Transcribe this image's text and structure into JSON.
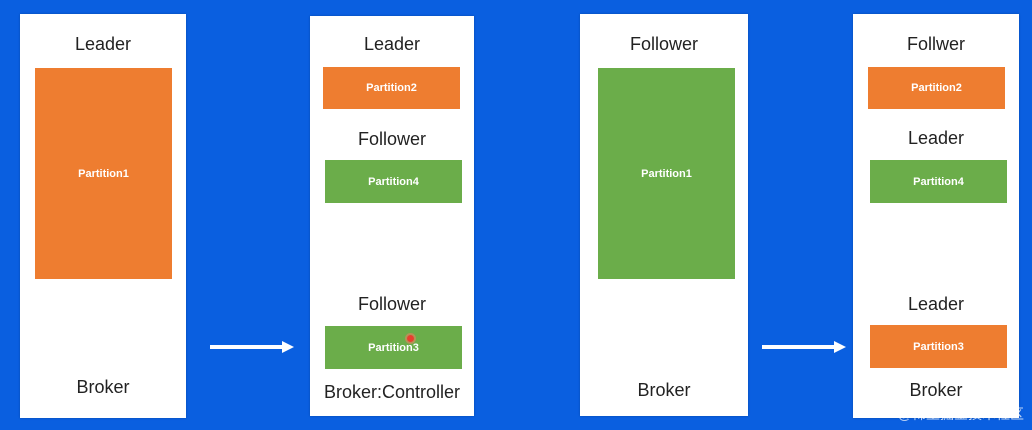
{
  "panels": [
    {
      "top_label": "Leader",
      "partition": "Partition1",
      "bottom_label": "Broker"
    },
    {
      "label_1": "Leader",
      "partition_1": "Partition2",
      "label_2": "Follower",
      "partition_2": "Partition4",
      "label_3": "Follower",
      "partition_3": "Partition3",
      "bottom_label": "Broker:Controller"
    },
    {
      "top_label": "Follower",
      "partition": "Partition1",
      "bottom_label": "Broker"
    },
    {
      "label_1": "Follwer",
      "partition_1": "Partition2",
      "label_2": "Leader",
      "partition_2": "Partition4",
      "label_3": "Leader",
      "partition_3": "Partition3",
      "bottom_label": "Broker"
    }
  ],
  "colors": {
    "background": "#0a5fe0",
    "leader": "#ee7d30",
    "follower": "#6bad4a",
    "arrow": "#ffffff"
  },
  "watermark": "@稀土掘金技术社区"
}
